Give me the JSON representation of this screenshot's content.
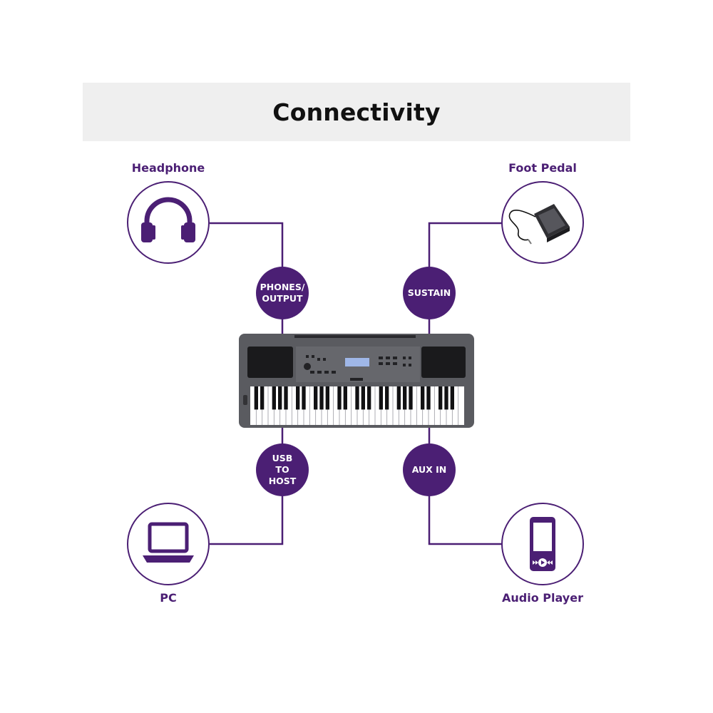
{
  "header": {
    "title": "Connectivity"
  },
  "devices": {
    "headphone": {
      "label": "Headphone",
      "icon": "headphone-icon"
    },
    "foot_pedal": {
      "label": "Foot Pedal",
      "icon": "foot-pedal-icon"
    },
    "pc": {
      "label": "PC",
      "icon": "laptop-icon"
    },
    "audio_player": {
      "label": "Audio Player",
      "icon": "audio-player-icon"
    }
  },
  "ports": {
    "phones_output": "PHONES/\nOUTPUT",
    "sustain": "SUSTAIN",
    "usb_to_host": "USB\nTO\nHOST",
    "aux_in": "AUX IN"
  },
  "colors": {
    "accent": "#4b1f74",
    "banner": "#efefef",
    "keyboard_body": "#5a5b60"
  }
}
